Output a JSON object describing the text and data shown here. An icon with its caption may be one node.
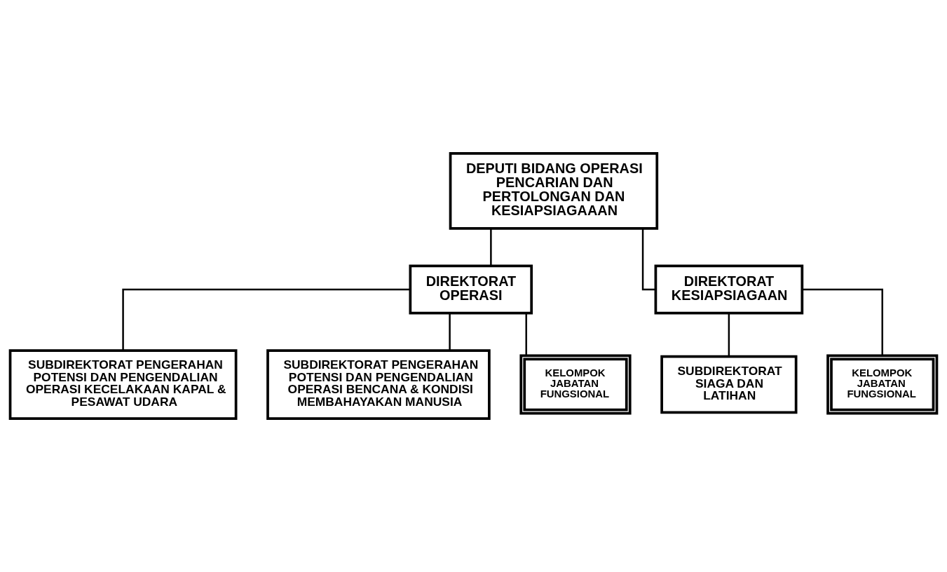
{
  "diagram": {
    "nodes": [
      {
        "text": [
          "DEPUTI BIDANG OPERASI PENCARIAN DAN PERTOLONGAN DAN KESIAPSIAGAAAN"
        ]
      },
      {
        "text": [
          "DIREKTORAT OPERASI"
        ]
      },
      {
        "text": [
          "DIREKTORAT KESIAPSIAGAAN"
        ]
      },
      {
        "text": [
          "SUBDIREKTORAT PENGERAHAN POTENSI DAN PENGENDALIAN OPERASI KECELAKAAN KAPAL & PESAWAT UDARA"
        ]
      },
      {
        "text": [
          "SUBDIREKTORAT PENGERAHAN POTENSI DAN PENGENDALIAN OPERASI BENCANA & KONDISI MEMBAHAYAKAN MANUSIA"
        ]
      },
      {
        "text": [
          "SUBDIREKTORAT SIAGA DAN LATIHAN"
        ]
      },
      {
        "text": [
          "KELOMPOK JABATAN FUNGSIONAL"
        ]
      },
      {
        "text": [
          "KELOMPOK JABATAN FUNGSIONAL"
        ]
      }
    ],
    "edges": [
      {
        "from": 0,
        "to": 1,
        "arrow": "none"
      },
      {
        "from": 0,
        "to": 2,
        "arrow": "none"
      },
      {
        "from": 1,
        "to": 3,
        "arrow": "none"
      },
      {
        "from": 1,
        "to": 4,
        "arrow": "none"
      },
      {
        "from": 1,
        "to": 6,
        "arrow": "none"
      },
      {
        "from": 2,
        "to": 5,
        "arrow": "none"
      },
      {
        "from": 2,
        "to": 7,
        "arrow": "none"
      }
    ]
  }
}
